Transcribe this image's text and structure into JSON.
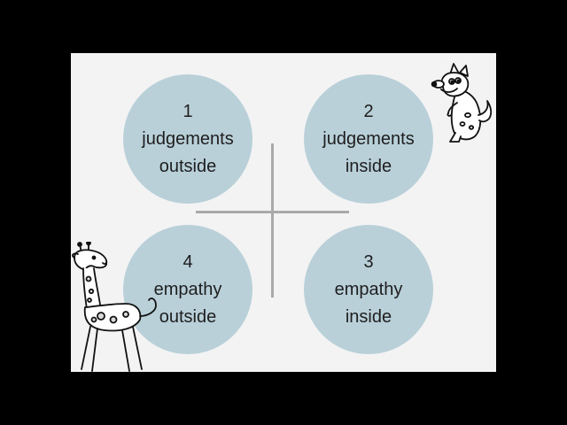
{
  "quadrants": [
    {
      "id": "q1",
      "number": "1",
      "line1": "judgements",
      "line2": "outside"
    },
    {
      "id": "q2",
      "number": "2",
      "line1": "judgements",
      "line2": "inside"
    },
    {
      "id": "q3",
      "number": "3",
      "line1": "empathy",
      "line2": "inside"
    },
    {
      "id": "q4",
      "number": "4",
      "line1": "empathy",
      "line2": "outside"
    }
  ],
  "colors": {
    "circle": "#b9d0d9",
    "axes": "#a9a9a9",
    "slide_background": "#f3f3f3",
    "frame": "#000000",
    "text": "#1e1e1e"
  },
  "decorations": [
    "dog-doodle",
    "giraffe-doodle"
  ]
}
